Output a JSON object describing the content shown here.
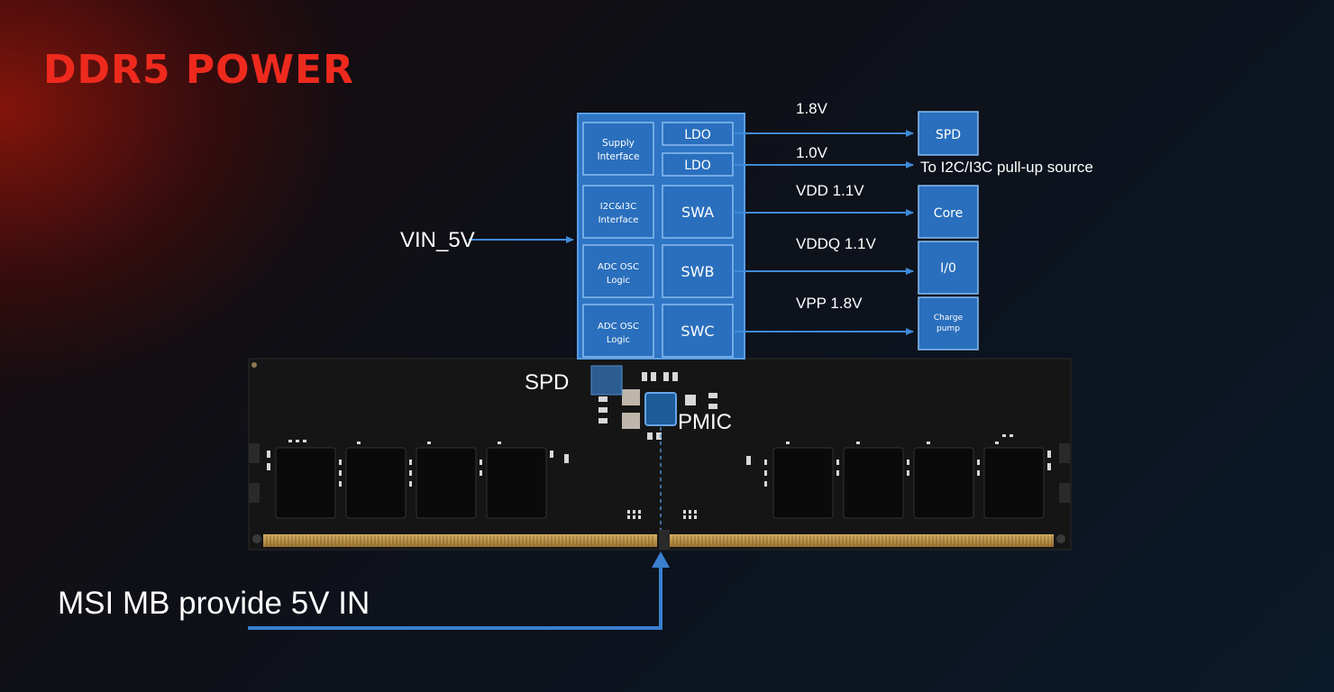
{
  "title": "DDR5 POWER",
  "pmic_blocks": {
    "supply_interface": "Supply Interface",
    "i2c_i3c_interface": "I2C&I3C Interface",
    "adc_osc_logic_1": "ADC OSC Logic",
    "adc_osc_logic_2": "ADC OSC Logic",
    "ldo_1": "LDO",
    "ldo_2": "LDO",
    "swa": "SWA",
    "swb": "SWB",
    "swc": "SWC"
  },
  "rails": {
    "v18": "1.8V",
    "v10": "1.0V",
    "vdd": "VDD 1.1V",
    "vddq": "VDDQ 1.1V",
    "vpp": "VPP 1.8V"
  },
  "targets": {
    "spd": "SPD",
    "pullup": "To I2C/I3C pull-up source",
    "core": "Core",
    "io": "I/0",
    "charge_pump": "Charge pump"
  },
  "input_label": "VIN_5V",
  "module_labels": {
    "spd": "SPD",
    "pmic": "PMIC"
  },
  "footer": "MSI MB provide 5V IN",
  "colors": {
    "title": "#ee2a1e",
    "block": "#2e75c4",
    "block_border": "#6da6e6",
    "arrow": "#3a7fd0",
    "pcb": "#141414",
    "gold": "#c8a050"
  }
}
